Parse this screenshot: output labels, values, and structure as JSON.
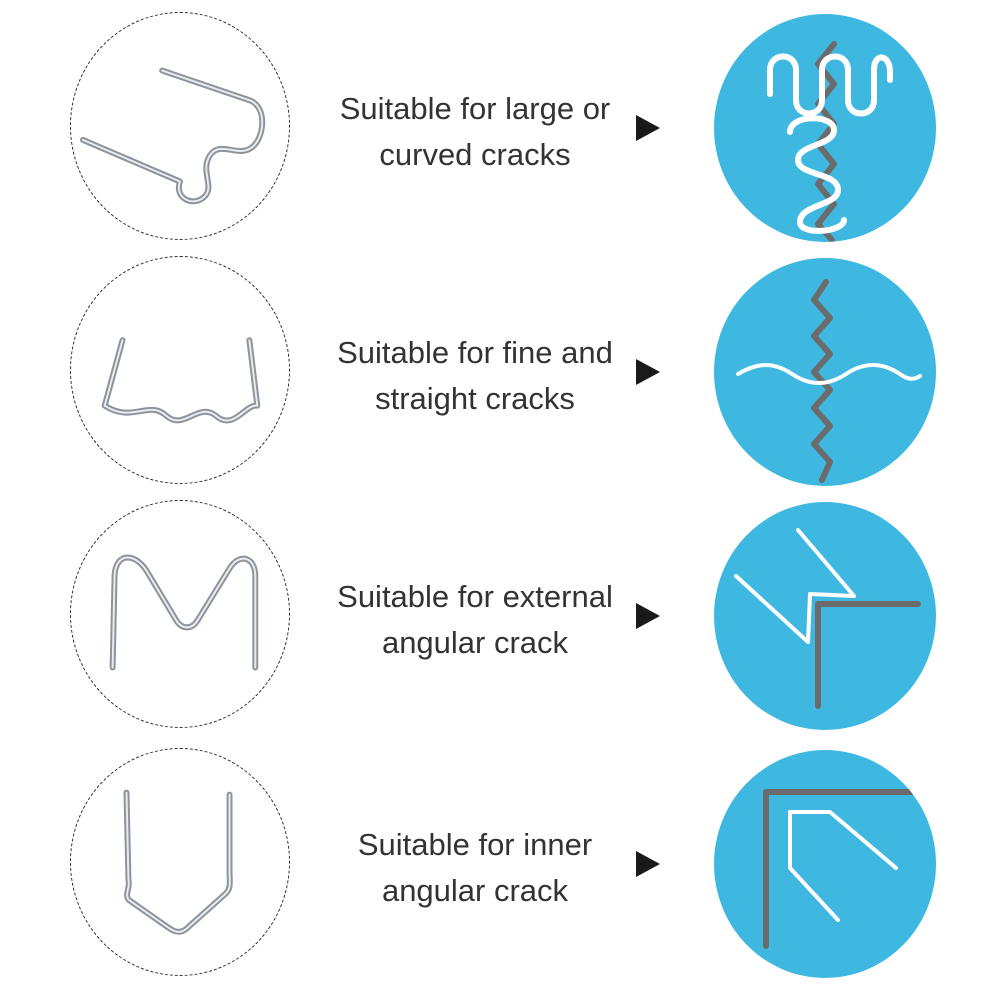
{
  "rows": [
    {
      "line1": "Suitable for large or",
      "line2": "curved cracks",
      "wire_icon": "wavy-staple-icon",
      "crack_icon": "curved-crack-icon"
    },
    {
      "line1": "Suitable for fine and",
      "line2": "straight cracks",
      "wire_icon": "flat-wave-staple-icon",
      "crack_icon": "straight-crack-icon"
    },
    {
      "line1": "Suitable for external",
      "line2": "angular crack",
      "wire_icon": "m-staple-icon",
      "crack_icon": "external-angle-crack-icon"
    },
    {
      "line1": "Suitable for inner",
      "line2": "angular crack",
      "wire_icon": "v-staple-icon",
      "crack_icon": "inner-angle-crack-icon"
    }
  ],
  "colors": {
    "accent": "#3fb8e1",
    "crack": "#6b6b6b",
    "wire": "#9aa1a8",
    "text": "#333333"
  }
}
